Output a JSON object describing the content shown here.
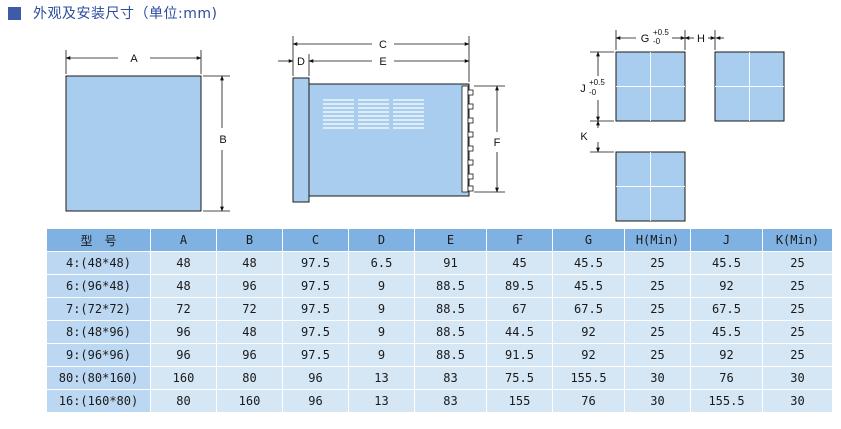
{
  "title": "外观及安装尺寸（单位:mm)",
  "labels": {
    "A": "A",
    "B": "B",
    "C": "C",
    "D": "D",
    "E": "E",
    "F": "F",
    "G": "G",
    "H": "H",
    "J": "J",
    "K": "K",
    "tol_plus": "+0.5",
    "tol_minus": "-0"
  },
  "table": {
    "headers": [
      "型　号",
      "A",
      "B",
      "C",
      "D",
      "E",
      "F",
      "G",
      "H(Min)",
      "J",
      "K(Min)"
    ],
    "rows": [
      [
        "4:(48*48)",
        "48",
        "48",
        "97.5",
        "6.5",
        "91",
        "45",
        "45.5",
        "25",
        "45.5",
        "25"
      ],
      [
        "6:(96*48)",
        "48",
        "96",
        "97.5",
        "9",
        "88.5",
        "89.5",
        "45.5",
        "25",
        "92",
        "25"
      ],
      [
        "7:(72*72)",
        "72",
        "72",
        "97.5",
        "9",
        "88.5",
        "67",
        "67.5",
        "25",
        "67.5",
        "25"
      ],
      [
        "8:(48*96)",
        "96",
        "48",
        "97.5",
        "9",
        "88.5",
        "44.5",
        "92",
        "25",
        "45.5",
        "25"
      ],
      [
        "9:(96*96)",
        "96",
        "96",
        "97.5",
        "9",
        "88.5",
        "91.5",
        "92",
        "25",
        "92",
        "25"
      ],
      [
        "80:(80*160)",
        "160",
        "80",
        "96",
        "13",
        "83",
        "75.5",
        "155.5",
        "30",
        "76",
        "30"
      ],
      [
        "16:(160*80)",
        "80",
        "160",
        "96",
        "13",
        "83",
        "155",
        "76",
        "30",
        "155.5",
        "30"
      ]
    ]
  },
  "colors": {
    "accent": "#3e5ba8",
    "panel_fill": "#a9cdee",
    "header_fill": "#7fb2e2",
    "cell_fill": "#d5e6f5"
  }
}
